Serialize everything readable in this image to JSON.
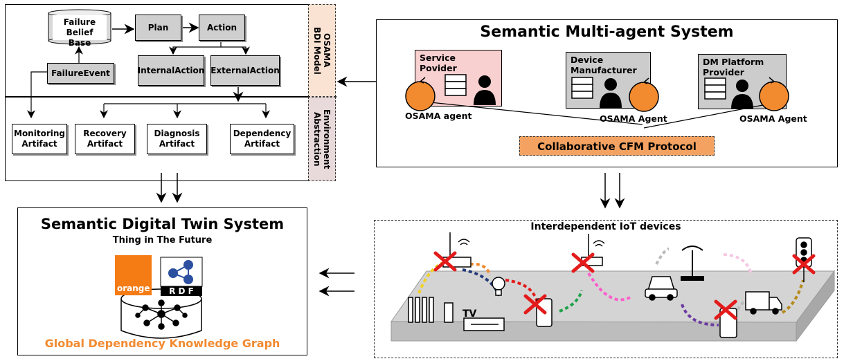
{
  "bdi_model": {
    "side_label": "OSAMA\nBDI Model",
    "failure_belief_base": "Failure Belief\nBase",
    "plan": "Plan",
    "action": "Action",
    "internal_action": "InternalAction",
    "external_action": "ExternalAction",
    "failure_event": "FailureEvent"
  },
  "environment": {
    "side_label": "Environment\nAbstraction",
    "artifacts": [
      "Monitoring\nArtifact",
      "Recovery\nArtifact",
      "Diagnosis\nArtifact",
      "Dependency\nArtifact"
    ]
  },
  "mas": {
    "title": "Semantic Multi-agent System",
    "service_provider": "Service\nPovider",
    "device_manufacturer": "Device\nManufacturer",
    "dm_platform_provider": "DM Platform\nProvider",
    "agent_labels": [
      "OSAMA agent",
      "OSAMA Agent",
      "OSAMA Agent"
    ],
    "protocol": "Collaborative CFM Protocol"
  },
  "digital_twin": {
    "title": "Semantic Digital Twin System",
    "subtitle": "Thing in The Future",
    "orange_logo": "orange",
    "rdf_logo": "R D F",
    "footer": "Global Dependency Knowledge Graph"
  },
  "iot": {
    "title": "Interdependent IoT devices",
    "tv_label": "TV"
  },
  "colors": {
    "orange": "#f28a30",
    "pink_card": "#f9d0d0",
    "gray_card": "#cccccc",
    "bdi_band": "#fbe3d3",
    "env_band": "#e8dada",
    "protocol_fill": "#f4a261",
    "red_cross": "#e31b1b"
  }
}
